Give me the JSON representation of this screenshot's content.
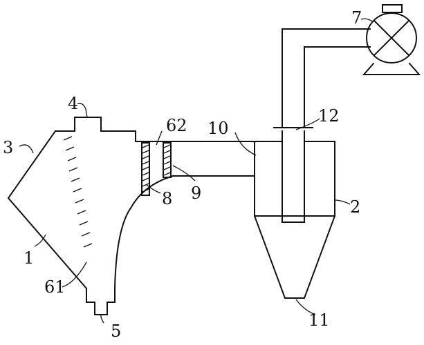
{
  "labels": {
    "l1": "1",
    "l2": "2",
    "l3": "3",
    "l4": "4",
    "l5": "5",
    "l7": "7",
    "l8": "8",
    "l9": "9",
    "l10": "10",
    "l11": "11",
    "l12": "12",
    "l61": "61",
    "l62": "62"
  },
  "colors": {
    "stroke": "#111111",
    "background": "#ffffff"
  }
}
